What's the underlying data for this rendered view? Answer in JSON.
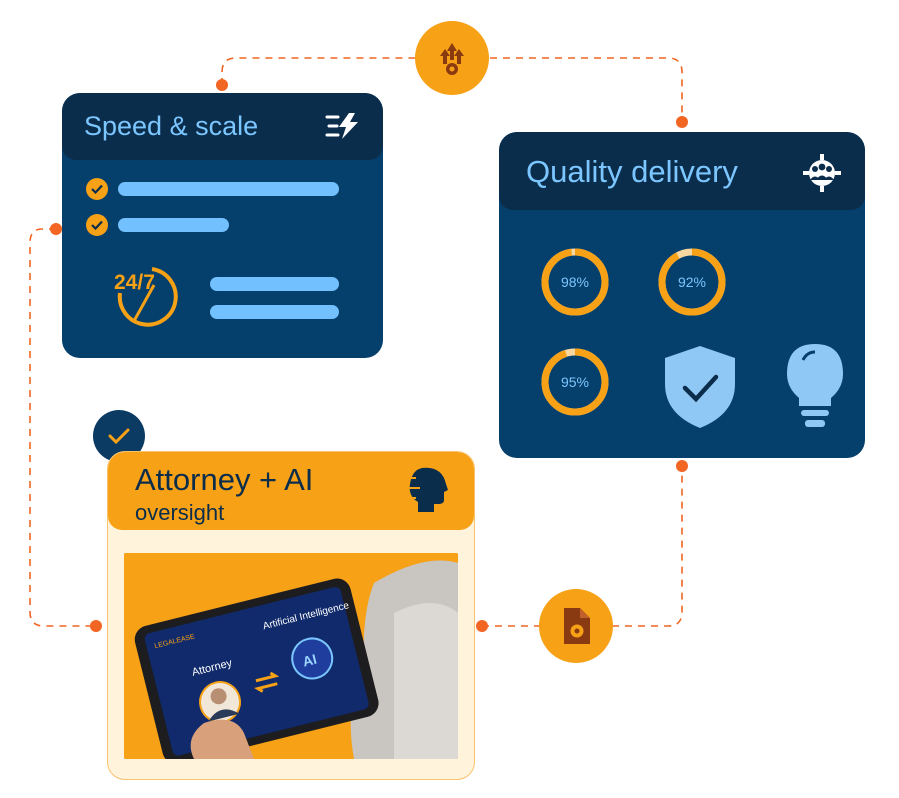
{
  "speed_card": {
    "title": "Speed & scale",
    "badge_text": "24/7"
  },
  "quality_card": {
    "title": "Quality delivery",
    "metrics": [
      {
        "label": "98%",
        "value": 98
      },
      {
        "label": "92%",
        "value": 92
      },
      {
        "label": "95%",
        "value": 95
      }
    ]
  },
  "attorney_card": {
    "title_line1": "Attorney + AI",
    "title_line2": "oversight",
    "tablet": {
      "brand": "LEGALEASE",
      "left_label": "Attorney",
      "right_label": "Artificial Intelligence",
      "ai_badge": "AI"
    }
  },
  "colors": {
    "navy": "#0b2d4c",
    "card_blue": "#053f6b",
    "accent_orange": "#f7a116",
    "light_blue": "#7cc6ff",
    "connector": "#f26522"
  },
  "icons": [
    "bolt-icon",
    "check-icon",
    "clock-247-icon",
    "team-gear-icon",
    "shield-check-icon",
    "lightbulb-icon",
    "brain-circuit-icon",
    "growth-gear-icon",
    "document-gear-icon"
  ]
}
